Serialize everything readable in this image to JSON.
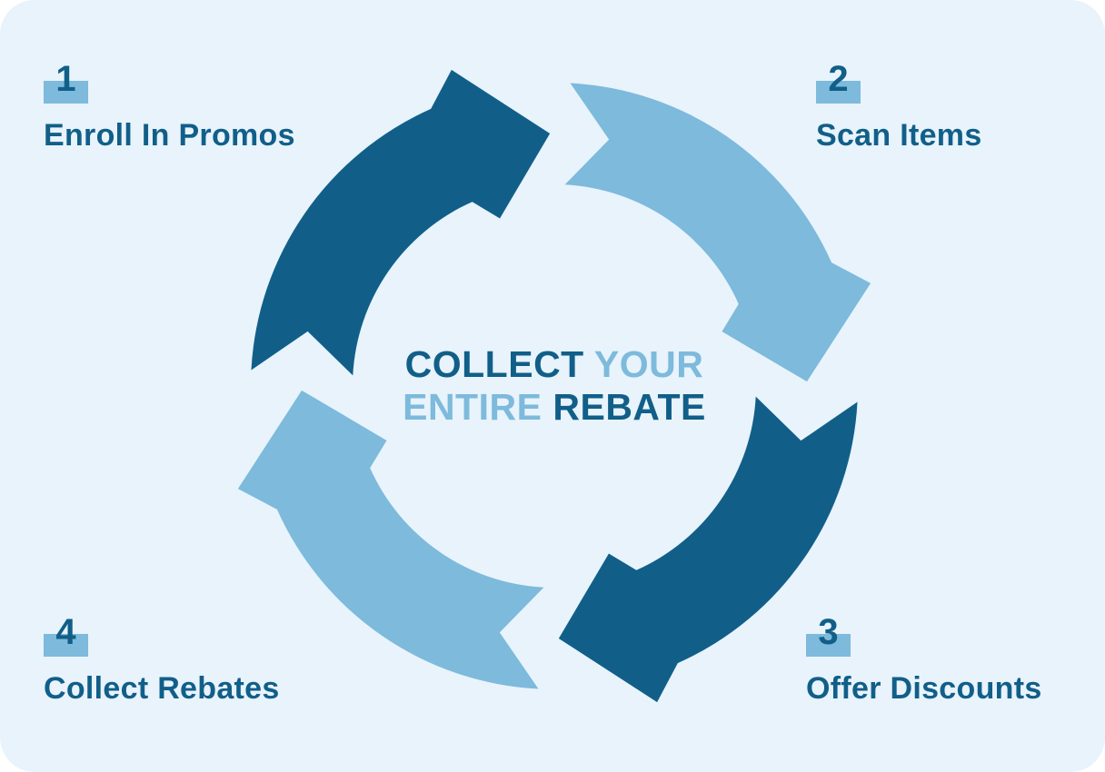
{
  "diagram": {
    "name": "rebate-cycle",
    "center_title": {
      "line1_part1": "COLLECT",
      "line1_part2": "YOUR",
      "line2_part1": "ENTIRE",
      "line2_part2": "REBATE"
    }
  },
  "steps": [
    {
      "number": "1",
      "label": "Enroll In Promos",
      "position": "top-left"
    },
    {
      "number": "2",
      "label": "Scan Items",
      "position": "top-right"
    },
    {
      "number": "3",
      "label": "Offer Discounts",
      "position": "bottom-right"
    },
    {
      "number": "4",
      "label": "Collect Rebates",
      "position": "bottom-left"
    }
  ],
  "colors": {
    "dark_blue": "#115f89",
    "light_blue": "#7dbadc",
    "panel_background": "#e8f3fb",
    "page_background": "#ffffff"
  }
}
